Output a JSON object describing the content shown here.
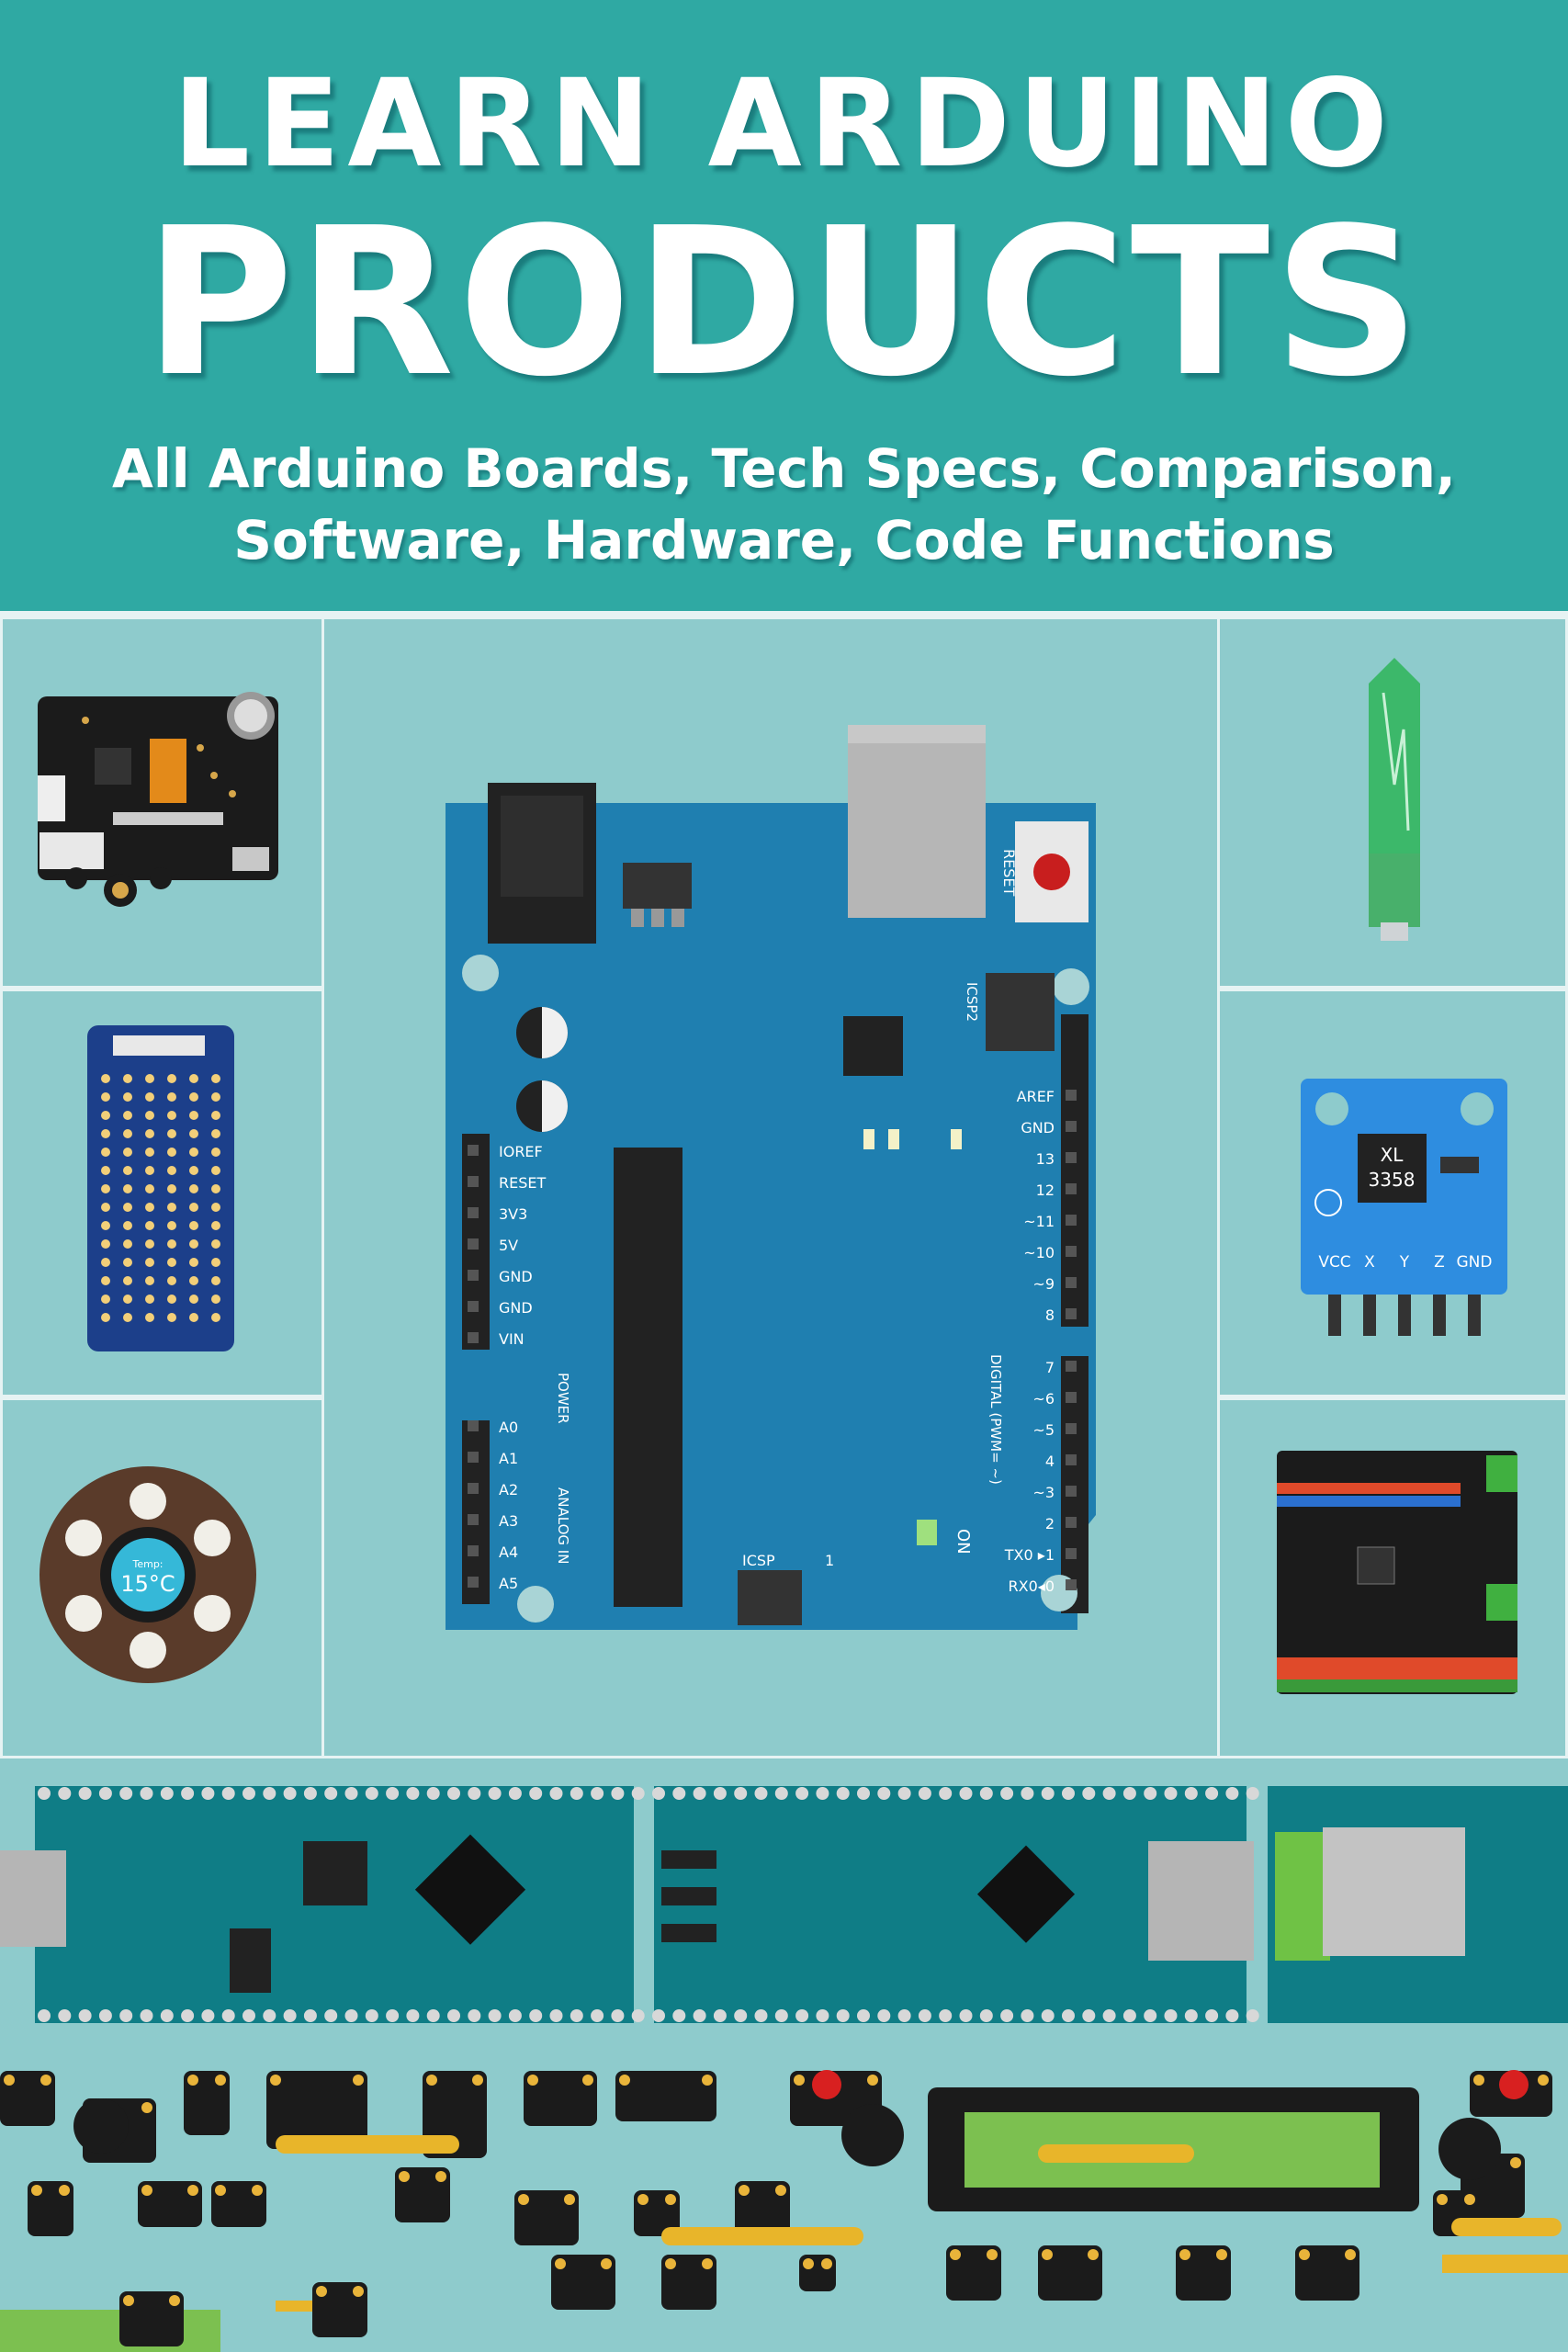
{
  "cover": {
    "title_line1": "LEARN ARDUINO",
    "title_line2": "PRODUCTS",
    "subtitle_line1": "All Arduino Boards, Tech Specs, Comparison,",
    "subtitle_line2": "Software, Hardware, Code Functions"
  },
  "board": {
    "reset_label": "RESET",
    "icsp2_label": "ICSP2",
    "icsp_label": "ICSP",
    "icsp_pin1": "1",
    "on_label": "ON",
    "power_group": "POWER",
    "analog_group": "ANALOG IN",
    "digital_group": "DIGITAL (PWM= ~)",
    "left_power_pins": [
      "IOREF",
      "RESET",
      "3V3",
      "5V",
      "GND",
      "GND",
      "VIN"
    ],
    "left_analog_pins": [
      "A0",
      "A1",
      "A2",
      "A3",
      "A4",
      "A5"
    ],
    "right_top_pins": [
      "AREF",
      "GND",
      "13",
      "12",
      "~11",
      "~10",
      "~9",
      "8"
    ],
    "right_bottom_pins": [
      "7",
      "~6",
      "~5",
      "4",
      "~3",
      "2",
      "TX0 ▸1",
      "RX0◂0"
    ]
  },
  "accelerometer": {
    "chip_line1": "XL",
    "chip_line2": "3358",
    "pins": [
      "VCC",
      "X",
      "Y",
      "Z",
      "GND"
    ]
  },
  "round_display": {
    "caption": "Temp:",
    "value": "15°C"
  },
  "colors": {
    "banner": "#2fa9a3",
    "background": "#8ecbcc",
    "pcb_blue": "#1f7fb0",
    "pcb_teal": "#0f7d86",
    "header_black": "#222222"
  }
}
